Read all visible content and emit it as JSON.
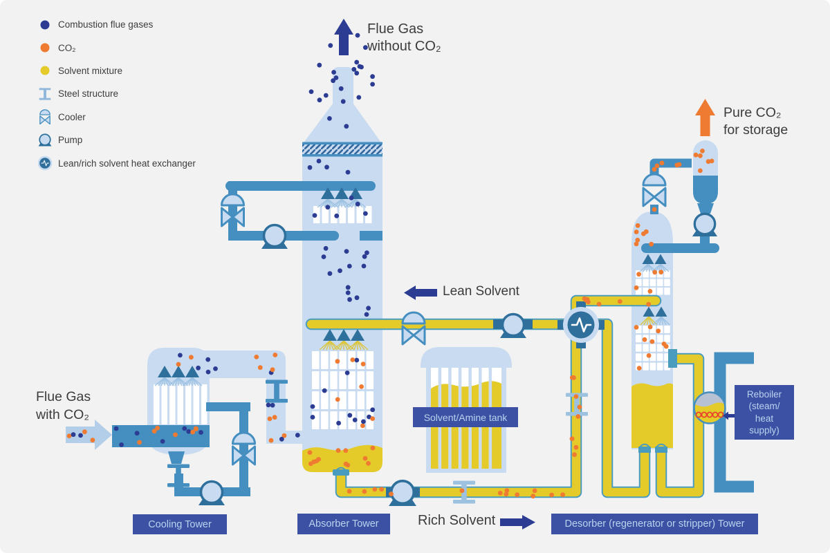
{
  "palette": {
    "background": "#f2f2f3",
    "tower_light_blue": "#c8dbf0",
    "pipe_blue": "#448ec0",
    "steel_blue": "#2e6f9c",
    "navy": "#2b3c92",
    "label_box_blue": "#3c51a4",
    "label_text_blue": "#b9d3ee",
    "orange": "#ee7b31",
    "solvent_yellow": "#e5cb2a",
    "yellow_pipe_edge": "#4a9cbf",
    "spray_light": "#9cc1e2",
    "spray_yellow": "#dcc63e",
    "reboiler_gray": "#b6c2d4",
    "coil_red": "#e8432b",
    "text_dark": "#3c3c3c"
  },
  "legend": {
    "items": [
      {
        "icon": "combustion-flue-gas-dot",
        "label": "Combustion flue gases"
      },
      {
        "icon": "co2-dot",
        "label": "CO₂"
      },
      {
        "icon": "solvent-mixture-dot",
        "label": "Solvent mixture"
      },
      {
        "icon": "steel-structure-icon",
        "label": "Steel structure"
      },
      {
        "icon": "cooler-icon",
        "label": "Cooler"
      },
      {
        "icon": "pump-icon",
        "label": "Pump"
      },
      {
        "icon": "heat-exchanger-icon",
        "label": "Lean/rich solvent heat exchanger"
      }
    ]
  },
  "annotations": {
    "flue_gas_out": {
      "line1": "Flue Gas",
      "line2": "without CO₂"
    },
    "pure_co2": {
      "line1": "Pure CO₂",
      "line2": "for storage"
    },
    "lean_solvent": "Lean Solvent",
    "rich_solvent": "Rich Solvent",
    "flue_gas_in": {
      "line1": "Flue Gas",
      "line2": "with CO₂"
    }
  },
  "equipment_labels": {
    "cooling_tower": "Cooling Tower",
    "absorber_tower": "Absorber Tower",
    "desorber_tower": "Desorber (regenerator or stripper) Tower",
    "solvent_tank": "Solvent/Amine tank",
    "reboiler": {
      "line1": "Reboiler",
      "line2": "(steam/",
      "line3": "heat",
      "line4": "supply)"
    }
  }
}
